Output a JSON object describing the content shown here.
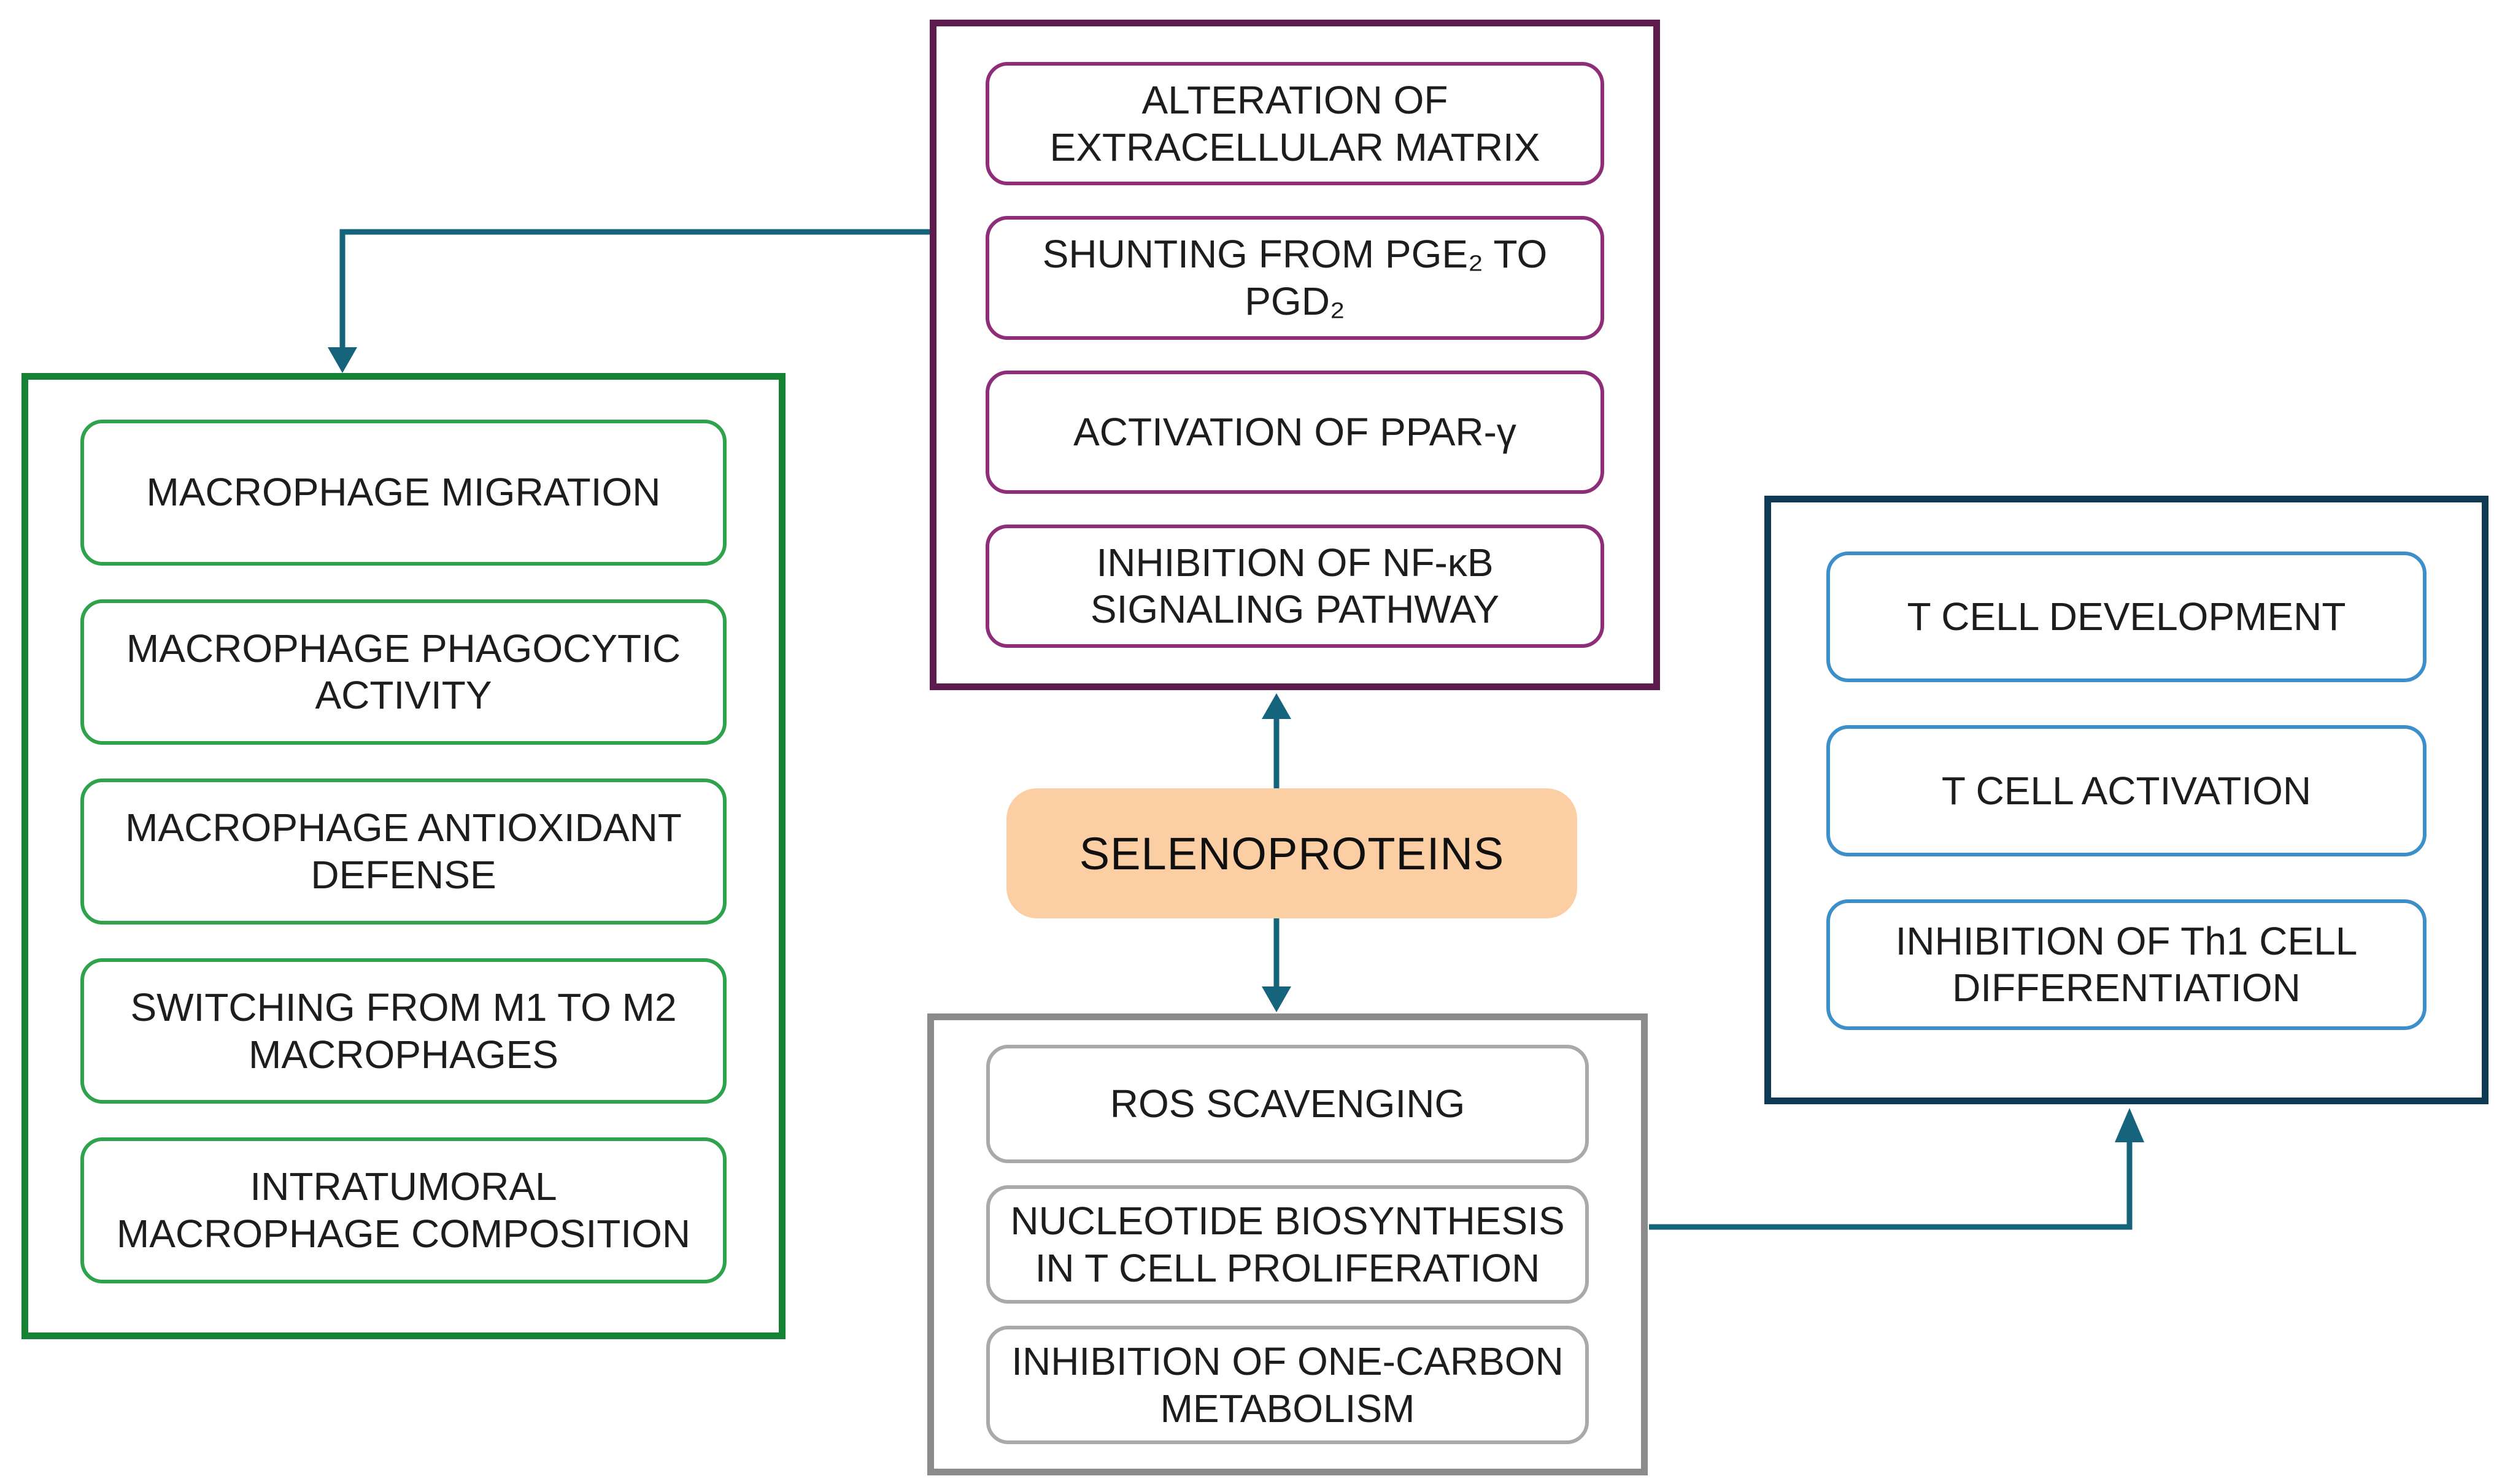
{
  "nodes": {
    "selenoproteins": "SELENOPROTEINS"
  },
  "boxes": {
    "top": {
      "items": [
        "ALTERATION OF\nEXTRACELLULAR MATRIX",
        "SHUNTING FROM PGE₂ TO\nPGD₂",
        "ACTIVATION OF PPAR-γ",
        "INHIBITION OF NF-κB\nSIGNALING PATHWAY"
      ]
    },
    "left": {
      "items": [
        "MACROPHAGE MIGRATION",
        "MACROPHAGE PHAGOCYTIC\nACTIVITY",
        "MACROPHAGE ANTIOXIDANT\nDEFENSE",
        "SWITCHING FROM M1 TO M2\nMACROPHAGES",
        "INTRATUMORAL\nMACROPHAGE COMPOSITION"
      ]
    },
    "right": {
      "items": [
        "T CELL DEVELOPMENT",
        "T CELL ACTIVATION",
        "INHIBITION OF Th1 CELL\nDIFFERENTIATION"
      ]
    },
    "bottom": {
      "items": [
        "ROS SCAVENGING",
        "NUCLEOTIDE BIOSYNTHESIS\nIN T CELL PROLIFERATION",
        "INHIBITION OF ONE-CARBON\nMETABOLISM"
      ]
    }
  },
  "colors": {
    "connector": "#15647b",
    "top_box_border": "#5e1c4e",
    "top_item_border": "#8e2d78",
    "left_box_border": "#168233",
    "left_item_border": "#2fa24c",
    "right_box_border": "#0e3a54",
    "right_item_border": "#3d8fc9",
    "bottom_box_border": "#8b8b8b",
    "bottom_item_border": "#a9a9a9",
    "center_fill": "#fbcfa3",
    "text": "#1d1d1d"
  }
}
